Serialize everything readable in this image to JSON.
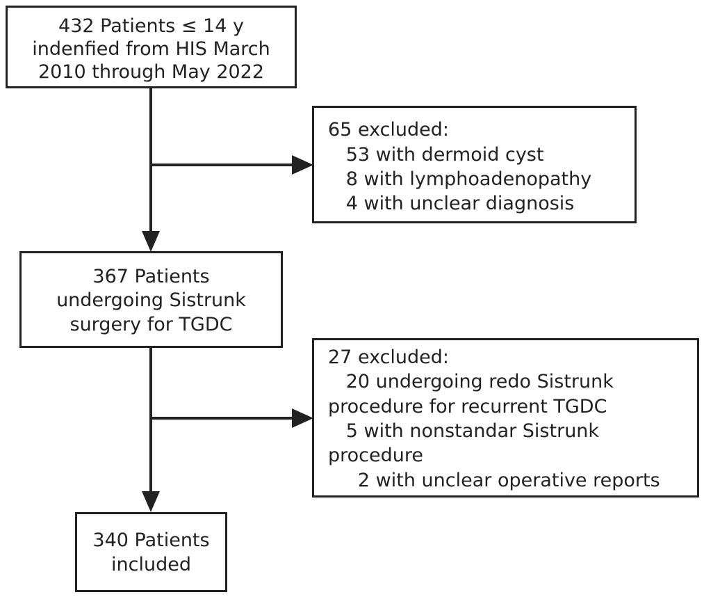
{
  "boxes": {
    "identified": {
      "lines": [
        "432 Patients ≤ 14 y",
        "indenfied from HIS March",
        "2010 through May 2022"
      ]
    },
    "excluded_1": {
      "lines": [
        "65 excluded:",
        "   53 with dermoid cyst",
        "   8 with lymphoadenopathy",
        "   4 with unclear diagnosis"
      ]
    },
    "surgery": {
      "lines": [
        "367 Patients",
        "undergoing Sistrunk",
        "surgery for TGDC"
      ]
    },
    "excluded_2": {
      "lines": [
        "27 excluded:",
        "   20 undergoing redo Sistrunk",
        "procedure for recurrent TGDC",
        "   5 with nonstandar Sistrunk",
        "procedure",
        "     2 with unclear operative reports"
      ]
    },
    "included": {
      "lines": [
        "340 Patients",
        "included"
      ]
    }
  },
  "colors": {
    "stroke": "#222222",
    "background": "#ffffff"
  }
}
